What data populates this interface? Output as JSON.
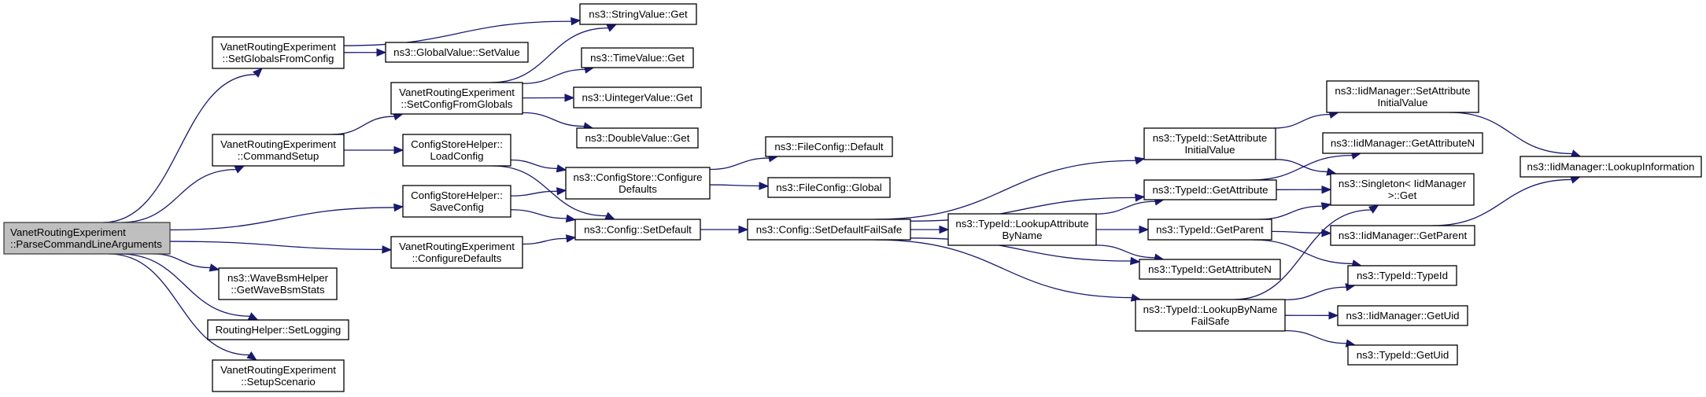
{
  "diagram": {
    "type": "call-graph",
    "colors": {
      "edge": "#191970",
      "root_fill": "#bfbfbf",
      "node_fill": "#ffffff",
      "border": "#000000"
    },
    "nodes": [
      {
        "id": "parse",
        "lines": [
          "VanetRoutingExperiment",
          "::ParseCommandLineArguments"
        ],
        "root": true,
        "align": "left"
      },
      {
        "id": "setGlobals",
        "lines": [
          "VanetRoutingExperiment",
          "::SetGlobalsFromConfig"
        ]
      },
      {
        "id": "cmdSetup",
        "lines": [
          "VanetRoutingExperiment",
          "::CommandSetup"
        ]
      },
      {
        "id": "saveConfig",
        "lines": [
          "ConfigStoreHelper::",
          "SaveConfig"
        ]
      },
      {
        "id": "confDefaults",
        "lines": [
          "VanetRoutingExperiment",
          "::ConfigureDefaults"
        ]
      },
      {
        "id": "waveBsm",
        "lines": [
          "ns3::WaveBsmHelper",
          "::GetWaveBsmStats"
        ]
      },
      {
        "id": "setLogging",
        "lines": [
          "RoutingHelper::SetLogging"
        ]
      },
      {
        "id": "setupScenario",
        "lines": [
          "VanetRoutingExperiment",
          "::SetupScenario"
        ]
      },
      {
        "id": "stringGet",
        "lines": [
          "ns3::StringValue::Get"
        ]
      },
      {
        "id": "globalSetValue",
        "lines": [
          "ns3::GlobalValue::SetValue"
        ]
      },
      {
        "id": "setConfigFromGlobals",
        "lines": [
          "VanetRoutingExperiment",
          "::SetConfigFromGlobals"
        ]
      },
      {
        "id": "timeGet",
        "lines": [
          "ns3::TimeValue::Get"
        ]
      },
      {
        "id": "uintGet",
        "lines": [
          "ns3::UintegerValue::Get"
        ]
      },
      {
        "id": "doubleGet",
        "lines": [
          "ns3::DoubleValue::Get"
        ]
      },
      {
        "id": "loadConfig",
        "lines": [
          "ConfigStoreHelper::",
          "LoadConfig"
        ]
      },
      {
        "id": "csConfigure",
        "lines": [
          "ns3::ConfigStore::Configure",
          "Defaults"
        ]
      },
      {
        "id": "cfgSetDefault",
        "lines": [
          "ns3::Config::SetDefault"
        ]
      },
      {
        "id": "fcDefault",
        "lines": [
          "ns3::FileConfig::Default"
        ]
      },
      {
        "id": "fcGlobal",
        "lines": [
          "ns3::FileConfig::Global"
        ]
      },
      {
        "id": "cfgFailSafe",
        "lines": [
          "ns3::Config::SetDefaultFailSafe"
        ]
      },
      {
        "id": "lookupAttr",
        "lines": [
          "ns3::TypeId::LookupAttribute",
          "ByName"
        ]
      },
      {
        "id": "tidSetAttr",
        "lines": [
          "ns3::TypeId::SetAttribute",
          "InitialValue"
        ]
      },
      {
        "id": "tidGetAttr",
        "lines": [
          "ns3::TypeId::GetAttribute"
        ]
      },
      {
        "id": "tidGetParent",
        "lines": [
          "ns3::TypeId::GetParent"
        ]
      },
      {
        "id": "tidGetAttrN",
        "lines": [
          "ns3::TypeId::GetAttributeN"
        ]
      },
      {
        "id": "lookupByName",
        "lines": [
          "ns3::TypeId::LookupByName",
          "FailSafe"
        ]
      },
      {
        "id": "iidSetAttr",
        "lines": [
          "ns3::IidManager::SetAttribute",
          "InitialValue"
        ]
      },
      {
        "id": "iidGetAttrN",
        "lines": [
          "ns3::IidManager::GetAttributeN"
        ]
      },
      {
        "id": "singletonGet",
        "lines": [
          "ns3::Singleton< IidManager",
          ">::Get"
        ]
      },
      {
        "id": "iidGetParent",
        "lines": [
          "ns3::IidManager::GetParent"
        ]
      },
      {
        "id": "tidTypeId",
        "lines": [
          "ns3::TypeId::TypeId"
        ]
      },
      {
        "id": "iidGetUid",
        "lines": [
          "ns3::IidManager::GetUid"
        ]
      },
      {
        "id": "tidGetUid",
        "lines": [
          "ns3::TypeId::GetUid"
        ]
      },
      {
        "id": "lookupInfo",
        "lines": [
          "ns3::IidManager::LookupInformation"
        ]
      }
    ],
    "edges": [
      [
        "parse",
        "setGlobals"
      ],
      [
        "parse",
        "cmdSetup"
      ],
      [
        "parse",
        "saveConfig"
      ],
      [
        "parse",
        "confDefaults"
      ],
      [
        "parse",
        "waveBsm"
      ],
      [
        "parse",
        "setLogging"
      ],
      [
        "parse",
        "setupScenario"
      ],
      [
        "setGlobals",
        "stringGet"
      ],
      [
        "setGlobals",
        "globalSetValue"
      ],
      [
        "cmdSetup",
        "setConfigFromGlobals"
      ],
      [
        "cmdSetup",
        "loadConfig"
      ],
      [
        "setConfigFromGlobals",
        "stringGet"
      ],
      [
        "setConfigFromGlobals",
        "timeGet"
      ],
      [
        "setConfigFromGlobals",
        "uintGet"
      ],
      [
        "setConfigFromGlobals",
        "doubleGet"
      ],
      [
        "loadConfig",
        "csConfigure"
      ],
      [
        "loadConfig",
        "cfgSetDefault"
      ],
      [
        "saveConfig",
        "csConfigure"
      ],
      [
        "saveConfig",
        "cfgSetDefault"
      ],
      [
        "confDefaults",
        "cfgSetDefault"
      ],
      [
        "csConfigure",
        "fcDefault"
      ],
      [
        "csConfigure",
        "fcGlobal"
      ],
      [
        "cfgSetDefault",
        "cfgFailSafe"
      ],
      [
        "cfgFailSafe",
        "tidSetAttr"
      ],
      [
        "cfgFailSafe",
        "tidGetAttr"
      ],
      [
        "cfgFailSafe",
        "lookupAttr"
      ],
      [
        "cfgFailSafe",
        "tidGetAttrN"
      ],
      [
        "cfgFailSafe",
        "lookupByName"
      ],
      [
        "lookupAttr",
        "tidGetAttr"
      ],
      [
        "lookupAttr",
        "tidGetParent"
      ],
      [
        "lookupAttr",
        "tidGetAttrN"
      ],
      [
        "tidSetAttr",
        "iidSetAttr"
      ],
      [
        "tidSetAttr",
        "singletonGet"
      ],
      [
        "tidGetAttr",
        "iidGetAttrN"
      ],
      [
        "tidGetAttr",
        "singletonGet"
      ],
      [
        "tidGetParent",
        "singletonGet"
      ],
      [
        "tidGetParent",
        "iidGetParent"
      ],
      [
        "tidGetParent",
        "tidTypeId"
      ],
      [
        "lookupByName",
        "singletonGet"
      ],
      [
        "lookupByName",
        "tidTypeId"
      ],
      [
        "lookupByName",
        "iidGetUid"
      ],
      [
        "lookupByName",
        "tidGetUid"
      ],
      [
        "iidSetAttr",
        "lookupInfo"
      ],
      [
        "iidGetParent",
        "lookupInfo"
      ]
    ]
  }
}
